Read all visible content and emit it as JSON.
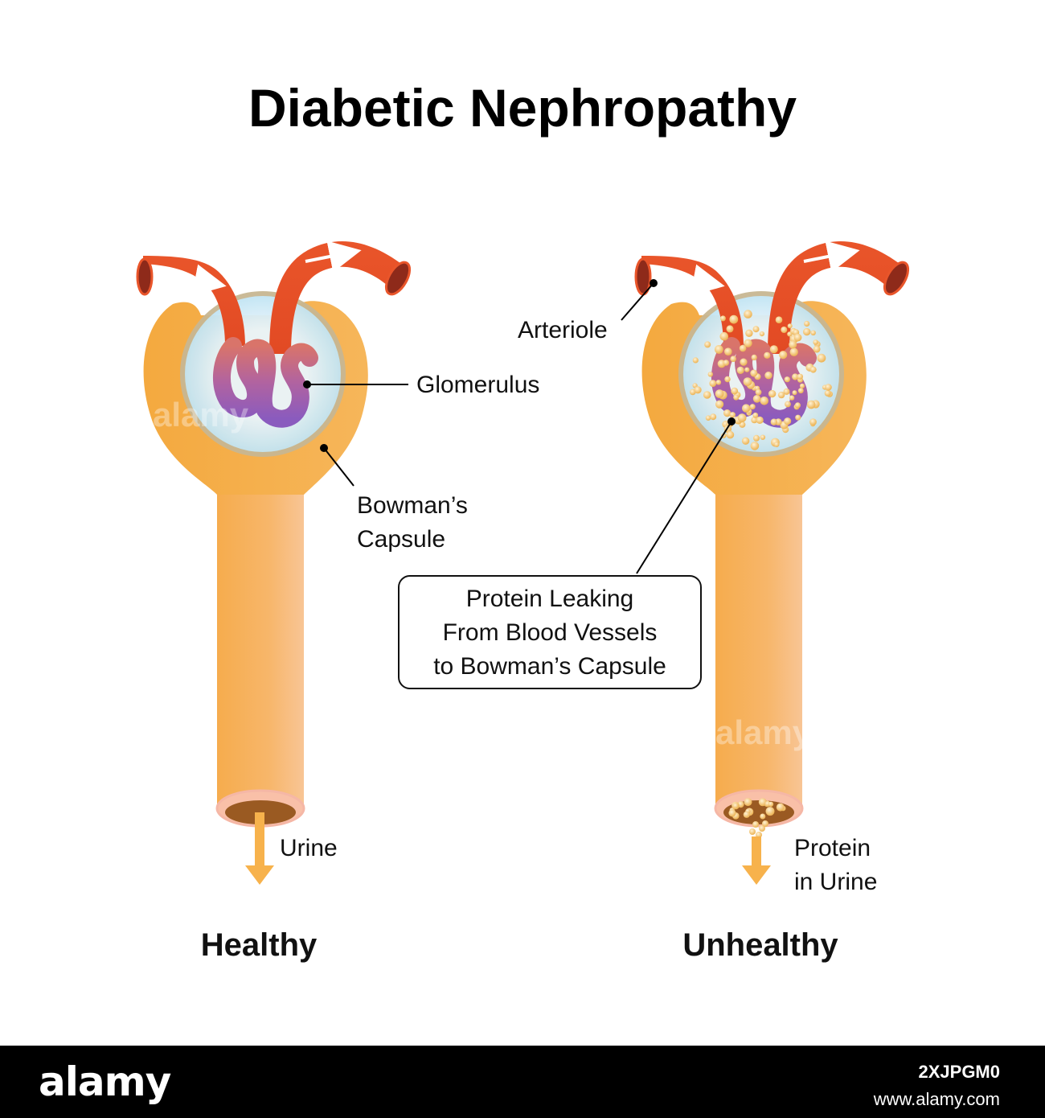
{
  "title": "Diabetic Nephropathy",
  "labels": {
    "arteriole": "Arteriole",
    "glomerulus": "Glomerulus",
    "bowmans_capsule": [
      "Bowman’s",
      "Capsule"
    ],
    "urine": "Urine",
    "protein_in_urine": [
      "Protein",
      "in Urine"
    ],
    "protein_leaking": [
      "Protein Leaking",
      "From Blood Vessels",
      "to Bowman’s Capsule"
    ]
  },
  "captions": {
    "healthy": "Healthy",
    "unhealthy": "Unhealthy"
  },
  "watermark": "alamy",
  "footer": {
    "logo": "alamy",
    "image_id": "2XJPGM0",
    "url": "www.alamy.com"
  },
  "colors": {
    "tubule": "#F7AE4B",
    "tubule_light": "#F8C08A",
    "arteriole_red": "#E8542A",
    "glomerulus_purple": "#8E5BB5",
    "capsule_space": "#D6EEF8",
    "protein_dot": "#F2C46E"
  }
}
